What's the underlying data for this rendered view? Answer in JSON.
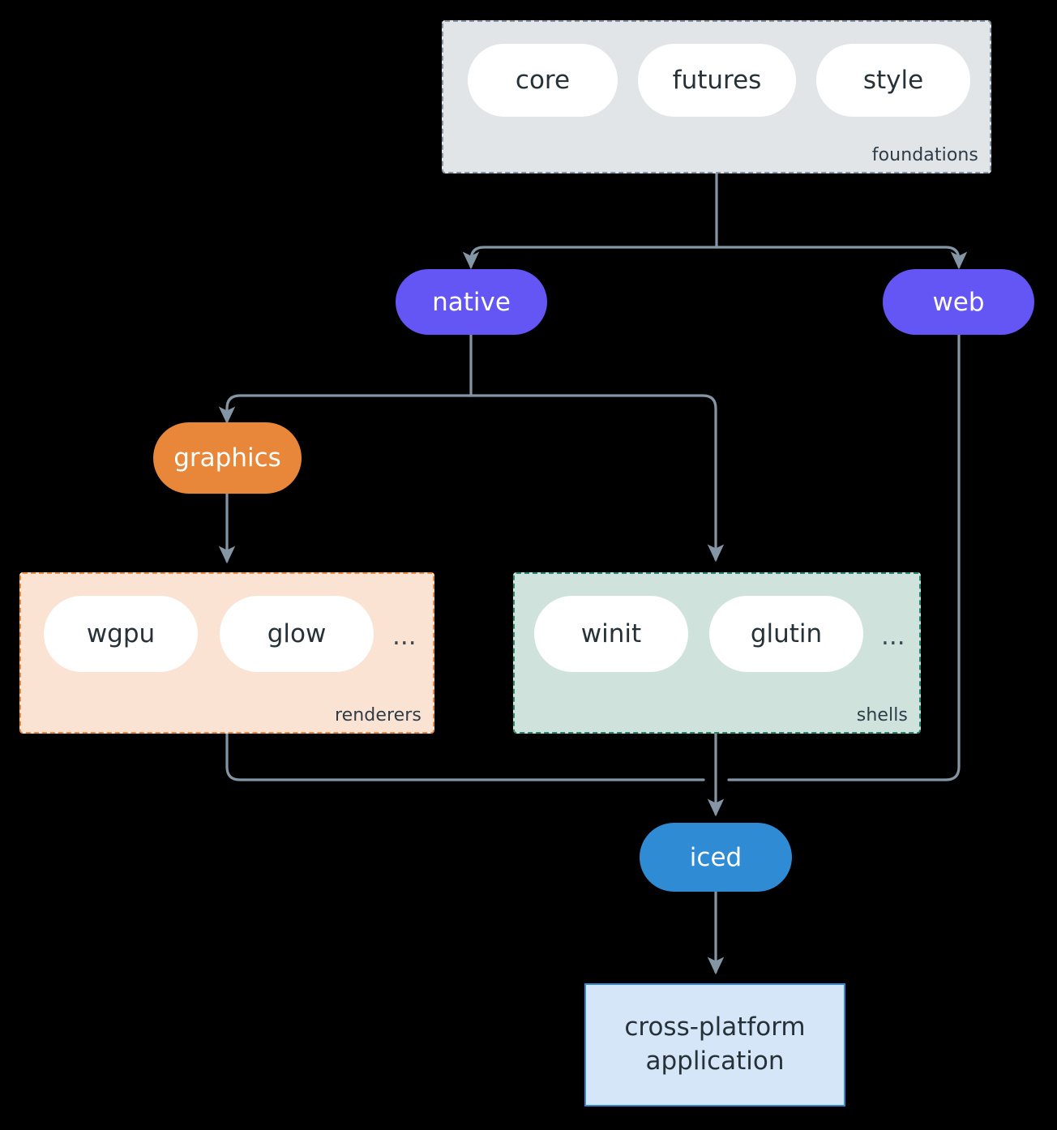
{
  "diagram": {
    "type": "layered-architecture-flowchart",
    "background_color": "#000000",
    "edge_color": "#8496A5"
  },
  "groups": [
    {
      "id": "foundations",
      "label": "foundations",
      "fill": "#E1E5E8",
      "border": "#8496A5",
      "border_style": "dashed",
      "nodes": [
        "core",
        "futures",
        "style"
      ]
    },
    {
      "id": "renderers",
      "label": "renderers",
      "fill": "#FAE3D2",
      "border": "#EE8A3B",
      "border_style": "dashed",
      "nodes": [
        "wgpu",
        "glow"
      ],
      "overflow": "..."
    },
    {
      "id": "shells",
      "label": "shells",
      "fill": "#CFE2DB",
      "border": "#1F8A70",
      "border_style": "dashed",
      "nodes": [
        "winit",
        "glutin"
      ],
      "overflow": "..."
    }
  ],
  "nodes": {
    "core": {
      "label": "core",
      "shape": "pill",
      "fill": "#FFFFFF",
      "text_color": "#263238"
    },
    "futures": {
      "label": "futures",
      "shape": "pill",
      "fill": "#FFFFFF",
      "text_color": "#263238"
    },
    "style": {
      "label": "style",
      "shape": "pill",
      "fill": "#FFFFFF",
      "text_color": "#263238"
    },
    "native": {
      "label": "native",
      "shape": "pill",
      "fill": "#6356F5",
      "text_color": "#FFFFFF"
    },
    "web": {
      "label": "web",
      "shape": "pill",
      "fill": "#6356F5",
      "text_color": "#FFFFFF"
    },
    "graphics": {
      "label": "graphics",
      "shape": "pill",
      "fill": "#E8873A",
      "text_color": "#FFFFFF"
    },
    "wgpu": {
      "label": "wgpu",
      "shape": "pill",
      "fill": "#FFFFFF",
      "text_color": "#263238"
    },
    "glow": {
      "label": "glow",
      "shape": "pill",
      "fill": "#FFFFFF",
      "text_color": "#263238"
    },
    "winit": {
      "label": "winit",
      "shape": "pill",
      "fill": "#FFFFFF",
      "text_color": "#263238"
    },
    "glutin": {
      "label": "glutin",
      "shape": "pill",
      "fill": "#FFFFFF",
      "text_color": "#263238"
    },
    "iced": {
      "label": "iced",
      "shape": "pill",
      "fill": "#2E8BD4",
      "text_color": "#FFFFFF"
    },
    "application": {
      "label_line1": "cross-platform",
      "label_line2": "application",
      "shape": "rectangle",
      "fill": "#D4E6F7",
      "border": "#2E8BD4",
      "text_color": "#263238"
    }
  },
  "ellipsis": {
    "renderers": "...",
    "shells": "..."
  },
  "edges": [
    {
      "from": "foundations",
      "to": "native",
      "arrow": true
    },
    {
      "from": "foundations",
      "to": "web",
      "arrow": true
    },
    {
      "from": "native",
      "to": "graphics",
      "arrow": true
    },
    {
      "from": "native",
      "to": "shells",
      "arrow": true
    },
    {
      "from": "graphics",
      "to": "renderers",
      "arrow": true
    },
    {
      "from": "renderers",
      "to": "iced",
      "arrow": true
    },
    {
      "from": "shells",
      "to": "iced",
      "arrow": true
    },
    {
      "from": "web",
      "to": "iced",
      "arrow": true
    },
    {
      "from": "iced",
      "to": "application",
      "arrow": true
    }
  ]
}
